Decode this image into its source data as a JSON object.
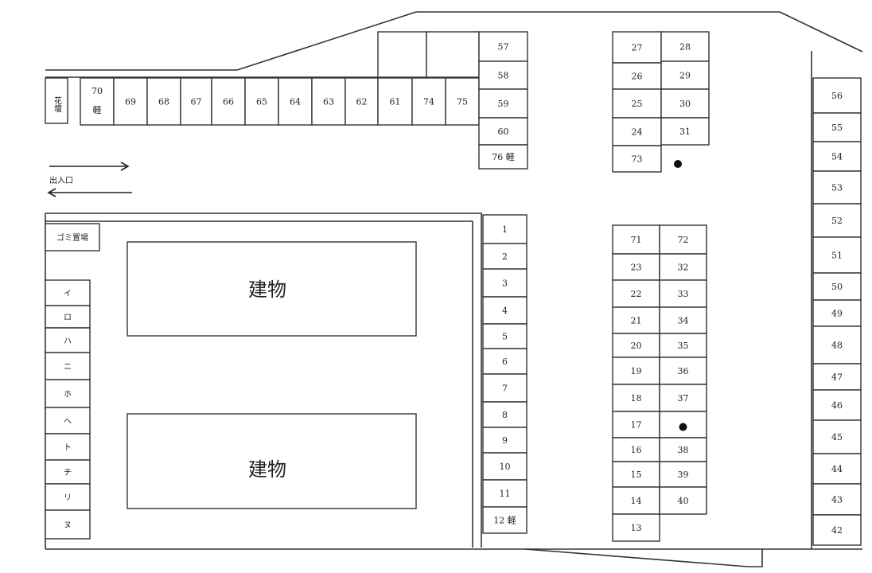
{
  "top_slots": [
    {
      "id": "top-70",
      "label": "70",
      "sub": "軽"
    },
    {
      "id": "top-69",
      "label": "69"
    },
    {
      "id": "top-68",
      "label": "68"
    },
    {
      "id": "top-67",
      "label": "67"
    },
    {
      "id": "top-66",
      "label": "66"
    },
    {
      "id": "top-65",
      "label": "65"
    },
    {
      "id": "top-64",
      "label": "64"
    },
    {
      "id": "top-63",
      "label": "63"
    },
    {
      "id": "top-62",
      "label": "62"
    },
    {
      "id": "top-61",
      "label": "61"
    },
    {
      "id": "top-74",
      "label": "74"
    },
    {
      "id": "top-75",
      "label": "75"
    }
  ],
  "column_57_76": [
    "57",
    "58",
    "59",
    "60",
    "76 軽"
  ],
  "column_27_73_left": [
    "27",
    "26",
    "25",
    "24",
    "73"
  ],
  "column_27_73_right": [
    "28",
    "29",
    "30",
    "31",
    "●"
  ],
  "column_1_12": [
    "1",
    "2",
    "3",
    "4",
    "5",
    "6",
    "7",
    "8",
    "9",
    "10",
    "11",
    "12 軽"
  ],
  "column_71_13_left": [
    "71",
    "23",
    "22",
    "21",
    "20",
    "19",
    "18",
    "17",
    "16",
    "15",
    "14",
    "13"
  ],
  "column_71_13_right": [
    "72",
    "32",
    "33",
    "34",
    "35",
    "36",
    "37",
    "●",
    "38",
    "39",
    "40"
  ],
  "column_right": [
    "56",
    "55",
    "54",
    "53",
    "52",
    "51",
    "50",
    "49",
    "48",
    "47",
    "46",
    "45",
    "44",
    "43",
    "42"
  ],
  "column_kana": [
    "イ",
    "ロ",
    "ハ",
    "ニ",
    "ホ",
    "ヘ",
    "ト",
    "チ",
    "リ",
    "ヌ"
  ],
  "labels": {
    "flowerbed": "花壇",
    "entrance": "出入口",
    "garbage": "ゴミ置場",
    "building_1": "建物",
    "building_2": "建物"
  }
}
